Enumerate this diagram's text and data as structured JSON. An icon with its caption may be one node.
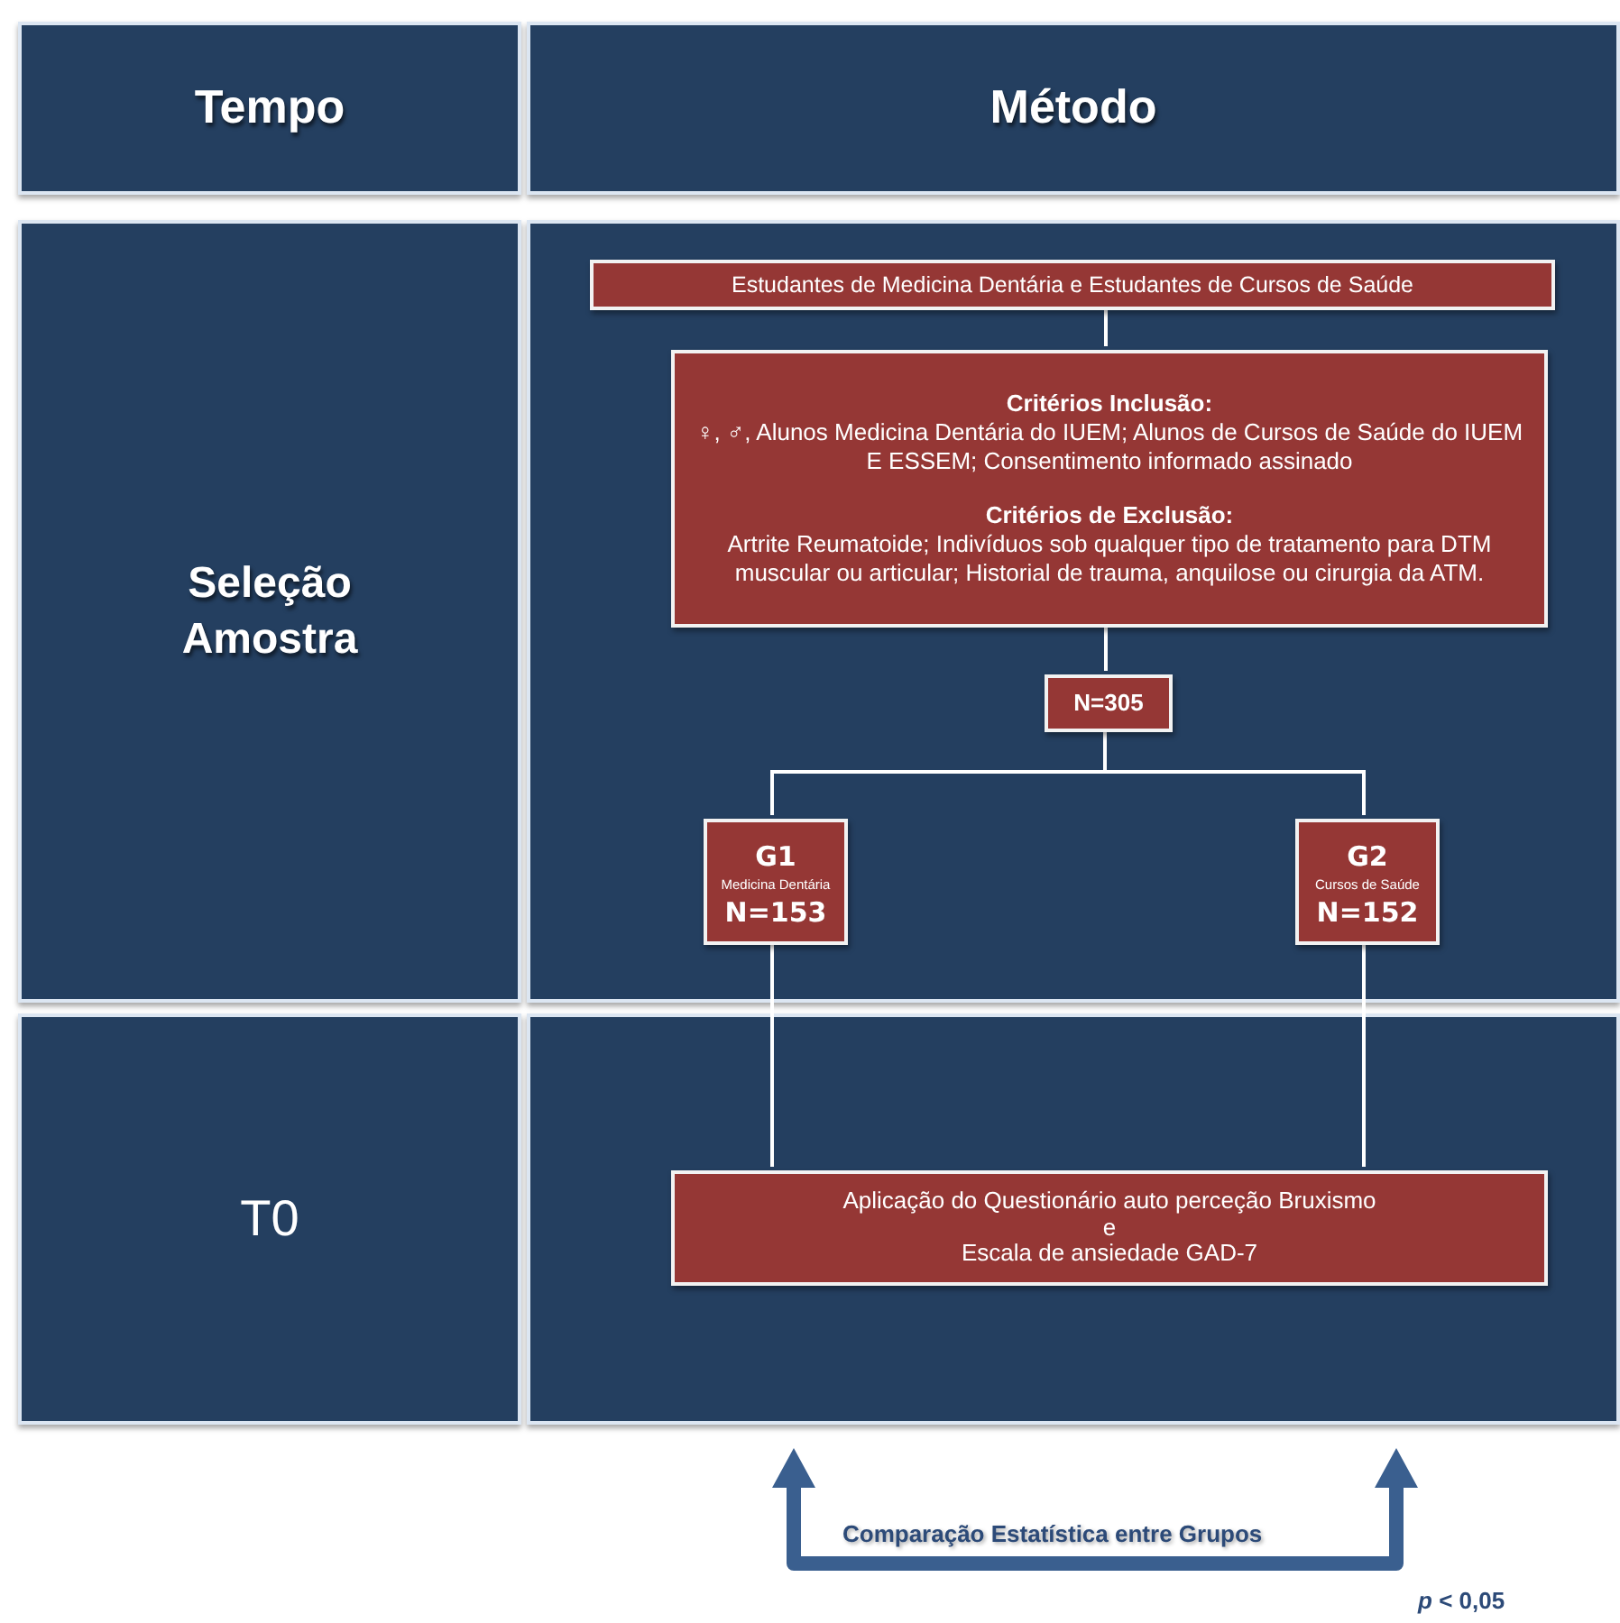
{
  "diagram": {
    "nodes": [
      {
        "text": [
          "Tempo"
        ]
      },
      {
        "text": [
          "Método"
        ]
      },
      {
        "text": [
          "Seleção Amostra"
        ]
      },
      {
        "text": [],
        "shape": "box"
      },
      {
        "text": [
          "Estudantes de Medicina Dentária e Estudantes de Cursos de Saúde"
        ],
        "in": 3
      },
      {
        "text": [
          "Critérios Inclusão:",
          "♀, ♂,  Alunos Medicina Dentária do IUEM; Alunos de Cursos de Saúde do IUEM E ESSEM; Consentimento informado assinado",
          "Critérios de Exclusão:",
          "Artrite Reumatoide; Indivíduos sob qualquer tipo de tratamento para DTM muscular ou articular; Historial de trauma, anquilose ou cirurgia da ATM."
        ],
        "in": 3
      },
      {
        "text": [
          "N=305"
        ],
        "in": 3
      },
      {
        "text": [
          "G1",
          "Medicina Dentária",
          "N=153"
        ],
        "in": 3
      },
      {
        "text": [
          "G2",
          "Cursos de Saúde",
          "N=152"
        ],
        "in": 3
      },
      {
        "text": [
          "T0"
        ]
      },
      {
        "text": [],
        "shape": "box"
      },
      {
        "text": [
          "Aplicação do Questionário auto perceção Bruxismo",
          "e",
          "Escala de ansiedade GAD-7"
        ],
        "in": 10
      }
    ],
    "edges": [
      {
        "from": 4,
        "to": 5,
        "arrow": "none"
      },
      {
        "from": 5,
        "to": 6,
        "arrow": "none"
      },
      {
        "from": 6,
        "to": 7,
        "arrow": "none"
      },
      {
        "from": 6,
        "to": 8,
        "arrow": "none"
      },
      {
        "from": 7,
        "to": 11,
        "arrow": "none"
      },
      {
        "from": 8,
        "to": 11,
        "arrow": "none"
      }
    ],
    "labels": [
      "Comparação Estatística entre Grupos",
      "*p* < 0,05"
    ]
  }
}
